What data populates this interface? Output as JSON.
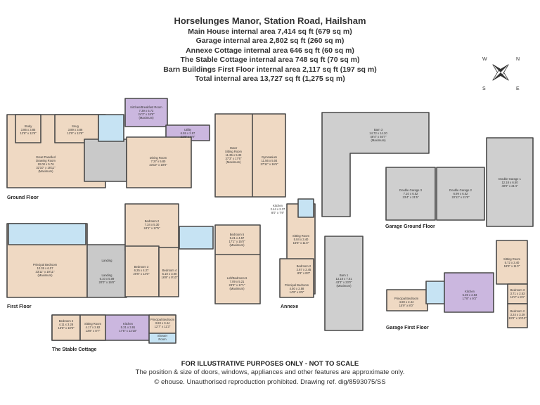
{
  "header": {
    "title": "Horselunges Manor, Station Road, Hailsham",
    "areas": [
      "Main House internal area 7,414 sq ft (679 sq m)",
      "Garage internal area 2,802 sq ft (260 sq m)",
      "Annexe Cottage internal area 646 sq ft (60 sq m)",
      "The Stable Cottage internal area 748 sq ft (70 sq m)",
      "Barn Buildings First Floor internal area 2,117 sq ft (197 sq m)",
      "Total internal area 13,727 sq ft (1,275 sq m)"
    ]
  },
  "compass": {
    "n": "N",
    "e": "E",
    "s": "S",
    "w": "W"
  },
  "sections": {
    "ground_floor": "Ground Floor",
    "first_floor": "First Floor",
    "stable_cottage": "The Stable Cottage",
    "annexe": "Annexe",
    "garage_ground": "Garage Ground Floor",
    "garage_first": "Garage First Floor"
  },
  "rooms": {
    "study": [
      "Study",
      "3.86 x 3.85",
      "12'8\" x 12'8\""
    ],
    "snug": [
      "Snug",
      "3.89 x 3.86",
      "12'9\" x 12'8\""
    ],
    "kitchen_breakfast": [
      "Kitchen/Breakfast Room",
      "7.39 x 5.72",
      "24'3\" x 18'9\"",
      "(Maximum)"
    ],
    "utility": [
      "Utility",
      "6.55 x 2.97",
      "21'6\" x 9'9\""
    ],
    "great_panelled": [
      "Great Panelled",
      "Drawing Room",
      "10.00 x 5.76",
      "32'10\" x 18'11\"",
      "(Maximum)"
    ],
    "dining": [
      "Dining Room",
      "7.27 x 5.80",
      "23'10\" x 19'0\""
    ],
    "outer_sitting": [
      "Outer",
      "Sitting Room",
      "11.35 x 5.33",
      "37'3\" x 17'6\"",
      "(Maximum)"
    ],
    "gymnasium": [
      "Gymnasium",
      "11.56 x 5.04",
      "37'11\" x 16'6\""
    ],
    "barn3": [
      "Barn 3",
      "14.72 x 14.20",
      "48'4\" x 46'7\"",
      "(Maximum)"
    ],
    "double_garage3": [
      "Double Garage 3",
      "7.10 x 6.52",
      "23'4\" x 21'5\""
    ],
    "double_garage2": [
      "Double Garage 2",
      "6.99 x 6.52",
      "22'11\" x 21'5\""
    ],
    "double_garage1": [
      "Double Garage 1",
      "12.18 x 6.50",
      "40'0\" x 21'4\""
    ],
    "kitchen_annexe": [
      "Kitchen",
      "2.44 x 2.37",
      "8'0\" x 7'9\""
    ],
    "sitting_annexe": [
      "Sitting Room",
      "5.04 x 3.40",
      "16'6\" x 11'2\""
    ],
    "bedroom2_annexe": [
      "Bedroom 2",
      "2.67 x 2.45",
      "8'9\" x 8'0\""
    ],
    "principal_annexe": [
      "Principal Bedroom",
      "4.50 x 2.58",
      "14'9\" x 8'6\""
    ],
    "bedroom2_first": [
      "Bedroom 2",
      "7.34 x 5.30",
      "24'1\" x 17'5\""
    ],
    "principal_first": [
      "Principal Bedroom",
      "10.35 x 6.07",
      "33'11\" x 19'11\"",
      "(Maximum)"
    ],
    "landing": [
      "Landing",
      "6.10 x 5.09",
      "20'0\" x 16'8\""
    ],
    "landing_top": [
      "Landing"
    ],
    "bedroom3_first": [
      "Bedroom 3",
      "6.25 x 4.27",
      "20'6\" x 14'0\""
    ],
    "bedroom4_first": [
      "Bedroom 4",
      "5.10 x 3.00",
      "16'9\" x 9'10\""
    ],
    "bedroom5_first": [
      "Bedroom 5",
      "5.21 x 4.57",
      "17'1\" x 15'0\"",
      "(Maximum)"
    ],
    "loft_first": [
      "Loft/Bedroom 6",
      "7.09 x 5.21",
      "23'3\" x 17'1\"",
      "(Maximum)"
    ],
    "barn1": [
      "Barn 1",
      "13.18 x 7.01",
      "43'3\" x 23'0\"",
      "(Maximum)"
    ],
    "principal_garage": [
      "Principal Bedroom",
      "4.80 x 2.44",
      "15'9\" x 8'0\""
    ],
    "kitchen_garage": [
      "Kitchen",
      "5.39 x 2.83",
      "17'8\" x 9'3\""
    ],
    "sitting_garage": [
      "Sitting Room",
      "5.72 x 3.40",
      "18'9\" x 11'2\""
    ],
    "bedroom3_garage": [
      "Bedroom 3",
      "3.71 x 2.53",
      "12'2\" x 8'4\""
    ],
    "bedroom2_garage": [
      "Bedroom 2",
      "3.24 x 3.29",
      "10'8\" x 10'10\""
    ],
    "bedroom2_stable": [
      "Bedroom 2",
      "4.11 x 3.28",
      "13'6\" x 10'9\""
    ],
    "sitting_stable": [
      "Sitting Room",
      "4.17 x 2.62",
      "13'8\" x 8'7\""
    ],
    "kitchen_stable": [
      "Kitchen",
      "5.31 x 3.91",
      "17'5\" x 12'10\""
    ],
    "principal_stable": [
      "Principal Bedroom",
      "3.83 x 3.44",
      "12'7\" x 11'3\""
    ],
    "shower_stable": [
      "Shower",
      "Room"
    ]
  },
  "footer": {
    "disclaimer": "FOR ILLUSTRATIVE PURPOSES ONLY - NOT TO SCALE",
    "note": "The position & size of doors, windows, appliances and other features are approximate only.",
    "copyright": "© ehouse. Unauthorised reproduction prohibited. Drawing ref. dig/8593075/SS"
  },
  "colors": {
    "room": "#efd9c3",
    "hall": "#c9c9c9",
    "wet": "#c6e3f3",
    "kitchen": "#cbb7df",
    "garage": "#cfcfcf",
    "wall": "#4a4a4a"
  }
}
